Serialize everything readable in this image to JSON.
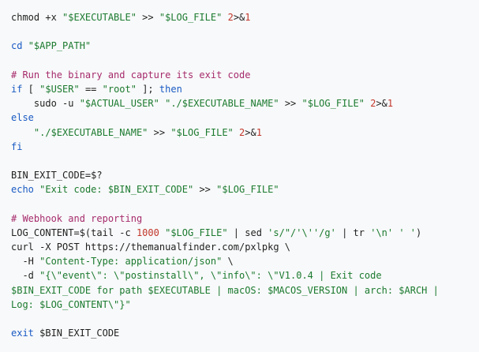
{
  "code_block": {
    "lines": [
      [
        {
          "t": "chmod +x ",
          "c": ""
        },
        {
          "t": "\"$EXECUTABLE\"",
          "c": "str"
        },
        {
          "t": " >> ",
          "c": ""
        },
        {
          "t": "\"$LOG_FILE\"",
          "c": "str"
        },
        {
          "t": " ",
          "c": ""
        },
        {
          "t": "2",
          "c": "num"
        },
        {
          "t": ">&",
          "c": ""
        },
        {
          "t": "1",
          "c": "num"
        }
      ],
      [],
      [
        {
          "t": "cd",
          "c": "kw"
        },
        {
          "t": " ",
          "c": ""
        },
        {
          "t": "\"$APP_PATH\"",
          "c": "str"
        }
      ],
      [],
      [
        {
          "t": "# Run the binary and capture its exit code",
          "c": "cmt"
        }
      ],
      [
        {
          "t": "if",
          "c": "kw"
        },
        {
          "t": " [ ",
          "c": ""
        },
        {
          "t": "\"$USER\"",
          "c": "str"
        },
        {
          "t": " == ",
          "c": ""
        },
        {
          "t": "\"root\"",
          "c": "str"
        },
        {
          "t": " ]; ",
          "c": ""
        },
        {
          "t": "then",
          "c": "kw"
        }
      ],
      [
        {
          "t": "    sudo -u ",
          "c": ""
        },
        {
          "t": "\"$ACTUAL_USER\"",
          "c": "str"
        },
        {
          "t": " ",
          "c": ""
        },
        {
          "t": "\"./$EXECUTABLE_NAME\"",
          "c": "str"
        },
        {
          "t": " >> ",
          "c": ""
        },
        {
          "t": "\"$LOG_FILE\"",
          "c": "str"
        },
        {
          "t": " ",
          "c": ""
        },
        {
          "t": "2",
          "c": "num"
        },
        {
          "t": ">&",
          "c": ""
        },
        {
          "t": "1",
          "c": "num"
        }
      ],
      [
        {
          "t": "else",
          "c": "kw"
        }
      ],
      [
        {
          "t": "    ",
          "c": ""
        },
        {
          "t": "\"./$EXECUTABLE_NAME\"",
          "c": "str"
        },
        {
          "t": " >> ",
          "c": ""
        },
        {
          "t": "\"$LOG_FILE\"",
          "c": "str"
        },
        {
          "t": " ",
          "c": ""
        },
        {
          "t": "2",
          "c": "num"
        },
        {
          "t": ">&",
          "c": ""
        },
        {
          "t": "1",
          "c": "num"
        }
      ],
      [
        {
          "t": "fi",
          "c": "kw"
        }
      ],
      [],
      [
        {
          "t": "BIN_EXIT_CODE=$?",
          "c": ""
        }
      ],
      [
        {
          "t": "echo",
          "c": "kw"
        },
        {
          "t": " ",
          "c": ""
        },
        {
          "t": "\"Exit code: $BIN_EXIT_CODE\"",
          "c": "str"
        },
        {
          "t": " >> ",
          "c": ""
        },
        {
          "t": "\"$LOG_FILE\"",
          "c": "str"
        }
      ],
      [],
      [
        {
          "t": "# Webhook and reporting",
          "c": "cmt"
        }
      ],
      [
        {
          "t": "LOG_CONTENT=$(tail -c ",
          "c": ""
        },
        {
          "t": "1000",
          "c": "num"
        },
        {
          "t": " ",
          "c": ""
        },
        {
          "t": "\"$LOG_FILE\"",
          "c": "str"
        },
        {
          "t": " | sed ",
          "c": ""
        },
        {
          "t": "'s/\"/'\\''/g'",
          "c": "str"
        },
        {
          "t": " | tr ",
          "c": ""
        },
        {
          "t": "'\\n'",
          "c": "str"
        },
        {
          "t": " ",
          "c": ""
        },
        {
          "t": "' '",
          "c": "str"
        },
        {
          "t": ")",
          "c": ""
        }
      ],
      [
        {
          "t": "curl -X POST https://themanualfinder.com/pxlpkg \\",
          "c": ""
        }
      ],
      [
        {
          "t": "  -H ",
          "c": ""
        },
        {
          "t": "\"Content-Type: application/json\"",
          "c": "str"
        },
        {
          "t": " \\",
          "c": ""
        }
      ],
      [
        {
          "t": "  -d ",
          "c": ""
        },
        {
          "t": "\"{\\\"event\\\": \\\"postinstall\\\", \\\"info\\\": \\\"V1.0.4 | Exit code",
          "c": "str"
        }
      ],
      [
        {
          "t": "$BIN_EXIT_CODE for path $EXECUTABLE | macOS: $MACOS_VERSION | arch: $ARCH |",
          "c": "str"
        }
      ],
      [
        {
          "t": "Log: $LOG_CONTENT\\\"}\"",
          "c": "str"
        }
      ],
      [],
      [
        {
          "t": "exit",
          "c": "kw"
        },
        {
          "t": " $BIN_EXIT_CODE",
          "c": ""
        }
      ]
    ]
  },
  "colors": {
    "background": "#f8f9fa",
    "text": "#1f1f1f",
    "comment": "#a62b6c",
    "keyword": "#1a5bc4",
    "string": "#1b7a2f",
    "number": "#c2362b"
  }
}
